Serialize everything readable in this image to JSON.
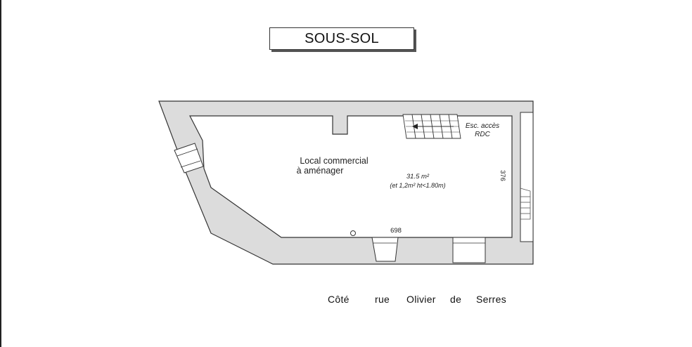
{
  "title": "SOUS-SOL",
  "room": {
    "name_line1": "Local commercial",
    "name_line2": "à aménager",
    "area": "31.5 m²",
    "area_note": "(et 1,2m² ht<1.80m)"
  },
  "stairs": {
    "label_line1": "Esc. accès",
    "label_line2": "RDC"
  },
  "dimensions": {
    "width": "698",
    "depth": "376"
  },
  "street": {
    "words": [
      "Côté",
      "rue",
      "Olivier",
      "de",
      "Serres"
    ]
  },
  "colors": {
    "wall_fill": "#dcdcdc",
    "wall_stroke": "#333333",
    "background": "#ffffff"
  }
}
